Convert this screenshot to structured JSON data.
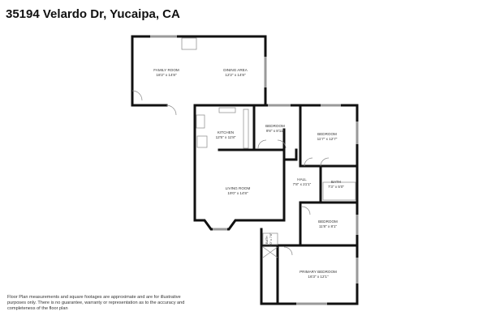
{
  "title": "35194 Velardo Dr, Yucaipa, CA",
  "disclaimer": "Floor Plan measurements and square footages are approximate and are for illustrative purposes only. There is no guarantee, warranty or representation as to the accuracy and completeness of the floor plan",
  "rooms": [
    {
      "name": "FAMILY ROOM",
      "dims": "18'2\" x 14'8\""
    },
    {
      "name": "DINING AREA",
      "dims": "12'2\" x 14'8\""
    },
    {
      "name": "KITCHEN",
      "dims": "12'5\" x 11'8\""
    },
    {
      "name": "BEDROOM",
      "dims": "9'8\" x 8'11\""
    },
    {
      "name": "BEDROOM",
      "dims": "11'7\" x 12'7\""
    },
    {
      "name": "HALL",
      "dims": "7'8\" x 21'1\""
    },
    {
      "name": "BATH",
      "dims": "7'3\" x 5'0\""
    },
    {
      "name": "LIVING ROOM",
      "dims": "19'0\" x 14'8\""
    },
    {
      "name": "BEDROOM",
      "dims": "11'8\" x 8'1\""
    },
    {
      "name": "PRIMARY BEDROOM",
      "dims": "16'3\" x 12'1\""
    },
    {
      "name": "BATH",
      "dims": "5'0\" x 7'8\""
    }
  ]
}
